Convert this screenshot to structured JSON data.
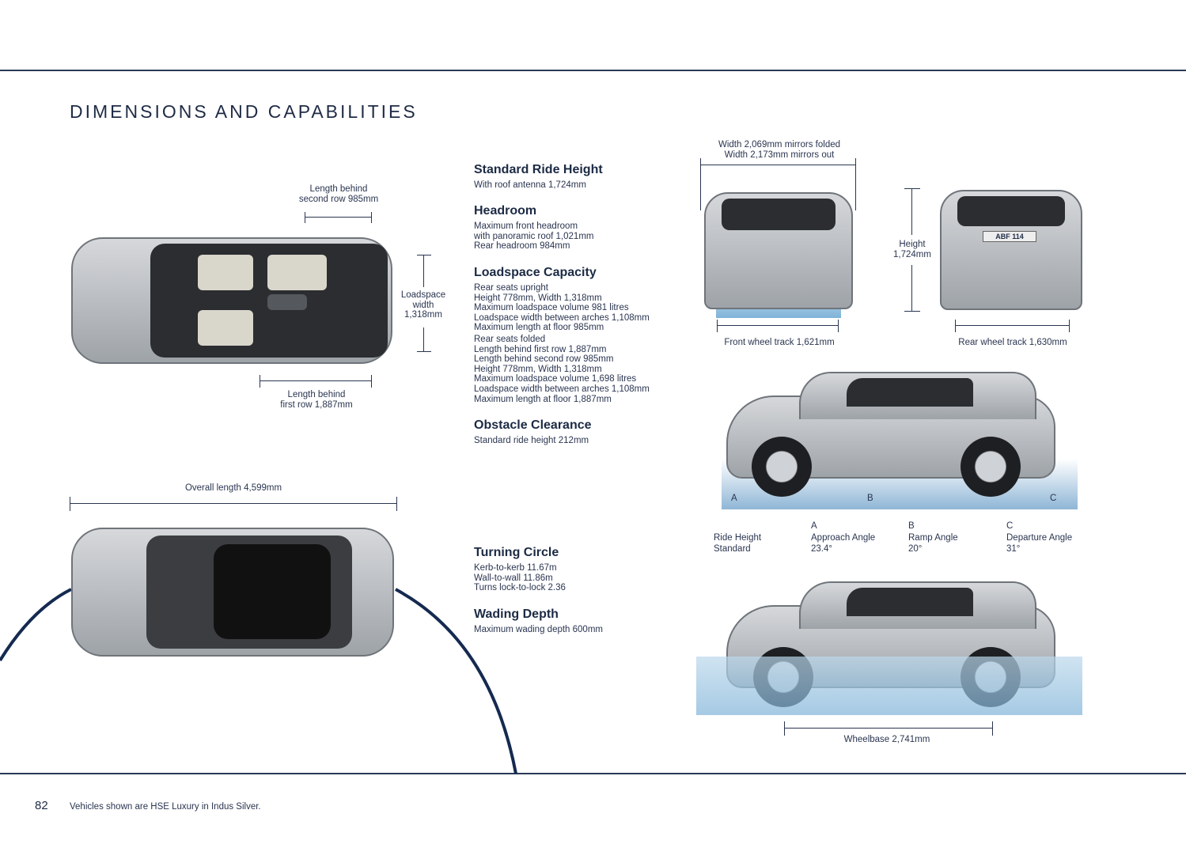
{
  "title": "DIMENSIONS AND CAPABILITIES",
  "plan_labels": {
    "second_row": [
      "Length behind",
      "second row 985mm"
    ],
    "first_row": [
      "Length behind",
      "first row 1,887mm"
    ],
    "loadspace_width": [
      "Loadspace",
      "width",
      "1,318mm"
    ],
    "overall_length": "Overall length 4,599mm"
  },
  "sections": [
    {
      "heading": "Standard Ride Height",
      "lines": [
        "With roof antenna 1,724mm"
      ]
    },
    {
      "heading": "Headroom",
      "lines": [
        "Maximum front headroom",
        "with panoramic roof 1,021mm",
        "Rear headroom 984mm"
      ]
    },
    {
      "heading": "Loadspace Capacity",
      "lines": [
        "Rear seats upright",
        "Height 778mm, Width 1,318mm",
        "Maximum loadspace volume 981 litres",
        "Loadspace width between arches 1,108mm",
        "Maximum length at floor 985mm",
        "Rear seats folded",
        "Length behind first row 1,887mm",
        "Length behind second row 985mm",
        "Height 778mm, Width 1,318mm",
        "Maximum loadspace volume 1,698 litres",
        "Loadspace width between arches 1,108mm",
        "Maximum length at floor 1,887mm"
      ]
    },
    {
      "heading": "Obstacle Clearance",
      "lines": [
        "Standard ride height 212mm"
      ]
    },
    {
      "heading": "Turning Circle",
      "lines": [
        "Kerb-to-kerb 11.67m",
        "Wall-to-wall 11.86m",
        "Turns lock-to-lock 2.36"
      ]
    },
    {
      "heading": "Wading Depth",
      "lines": [
        "Maximum wading depth 600mm"
      ]
    }
  ],
  "elevation_labels": {
    "width": [
      "Width 2,069mm mirrors folded",
      "Width 2,173mm mirrors out"
    ],
    "height": [
      "Height",
      "1,724mm"
    ],
    "front_track": "Front wheel track 1,621mm",
    "rear_track": "Rear wheel track 1,630mm",
    "wheelbase": "Wheelbase 2,741mm",
    "plate": "ABF 114"
  },
  "angle_markers": [
    "A",
    "B",
    "C"
  ],
  "angles": [
    {
      "letter": "",
      "label": "Ride Height",
      "value": "Standard"
    },
    {
      "letter": "A",
      "label": "Approach Angle",
      "value": "23.4°"
    },
    {
      "letter": "B",
      "label": "Ramp Angle",
      "value": "20°"
    },
    {
      "letter": "C",
      "label": "Departure Angle",
      "value": "31°"
    }
  ],
  "footer": {
    "page": "82",
    "note": "Vehicles shown are HSE Luxury in Indus Silver."
  }
}
